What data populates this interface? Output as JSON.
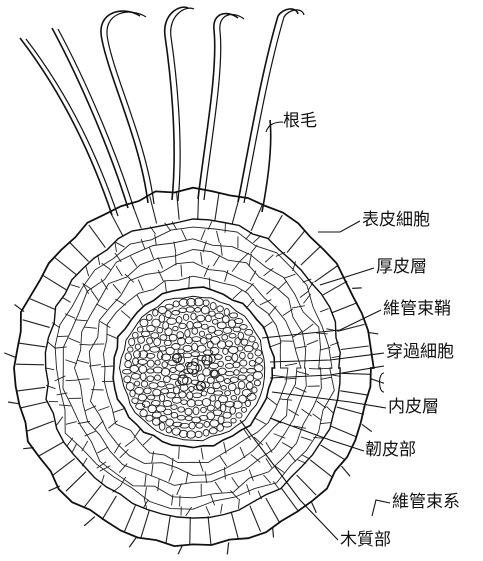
{
  "labels": {
    "root_hair": "根毛",
    "epidermal_cell": "表皮細胞",
    "cortex": "厚皮層",
    "pericycle": "維管束鞘",
    "passage_cell": "穿過細胞",
    "endodermis": "内皮層",
    "phloem": "韌皮部",
    "vascular_system": "維管束系",
    "xylem": "木質部"
  }
}
